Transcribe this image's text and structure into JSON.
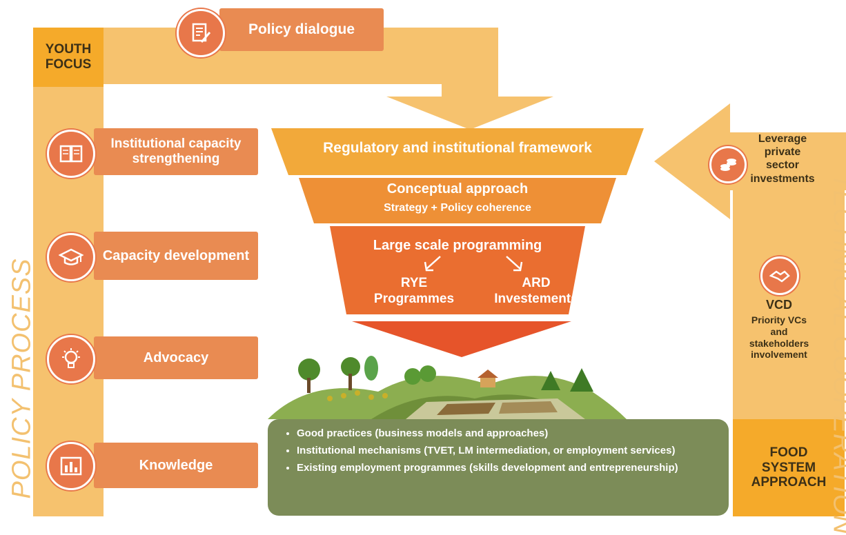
{
  "corners": {
    "youth_focus": "YOUTH\nFOCUS",
    "food_system": "FOOD\nSYSTEM\nAPPROACH"
  },
  "left_items": [
    {
      "label": "Policy dialogue",
      "icon": "document-pen-icon"
    },
    {
      "label": "Institutional capacity strengthening",
      "icon": "book-icon"
    },
    {
      "label": "Capacity development",
      "icon": "graduation-cap-icon"
    },
    {
      "label": "Advocacy",
      "icon": "lightbulb-icon"
    },
    {
      "label": "Knowledge",
      "icon": "bar-chart-icon"
    }
  ],
  "side_labels": {
    "left": "POLICY PROCESS",
    "right": "TECHNICAL COOPERATION"
  },
  "funnel": {
    "level1": "Regulatory and institutional framework",
    "level2_title": "Conceptual approach",
    "level2_sub": "Strategy + Policy coherence",
    "level3_title": "Large scale programming",
    "rye": "RYE\nProgrammes",
    "ard": "ARD\nInvestements"
  },
  "right_items": {
    "leverage": "Leverage\nprivate\nsector\ninvestments",
    "leverage_icon": "coins-icon",
    "vcd_title": "VCD",
    "vcd_body": "Priority VCs\nand\nstakeholders\ninvolvement",
    "vcd_icon": "handshake-icon"
  },
  "bullets": [
    "Good practices (business models and approaches)",
    "Institutional mechanisms (TVET, LM intermediation, or employment services)",
    "Existing employment programmes (skills development and entrepreneurship)"
  ],
  "colors": {
    "light_orange": "#f6c26e",
    "corner_orange": "#f5aa2a",
    "box_orange": "#e98b52",
    "funnel_1": "#f2a93a",
    "funnel_2": "#ee9036",
    "funnel_3": "#ea6e30",
    "olive": "#7c8c58"
  }
}
